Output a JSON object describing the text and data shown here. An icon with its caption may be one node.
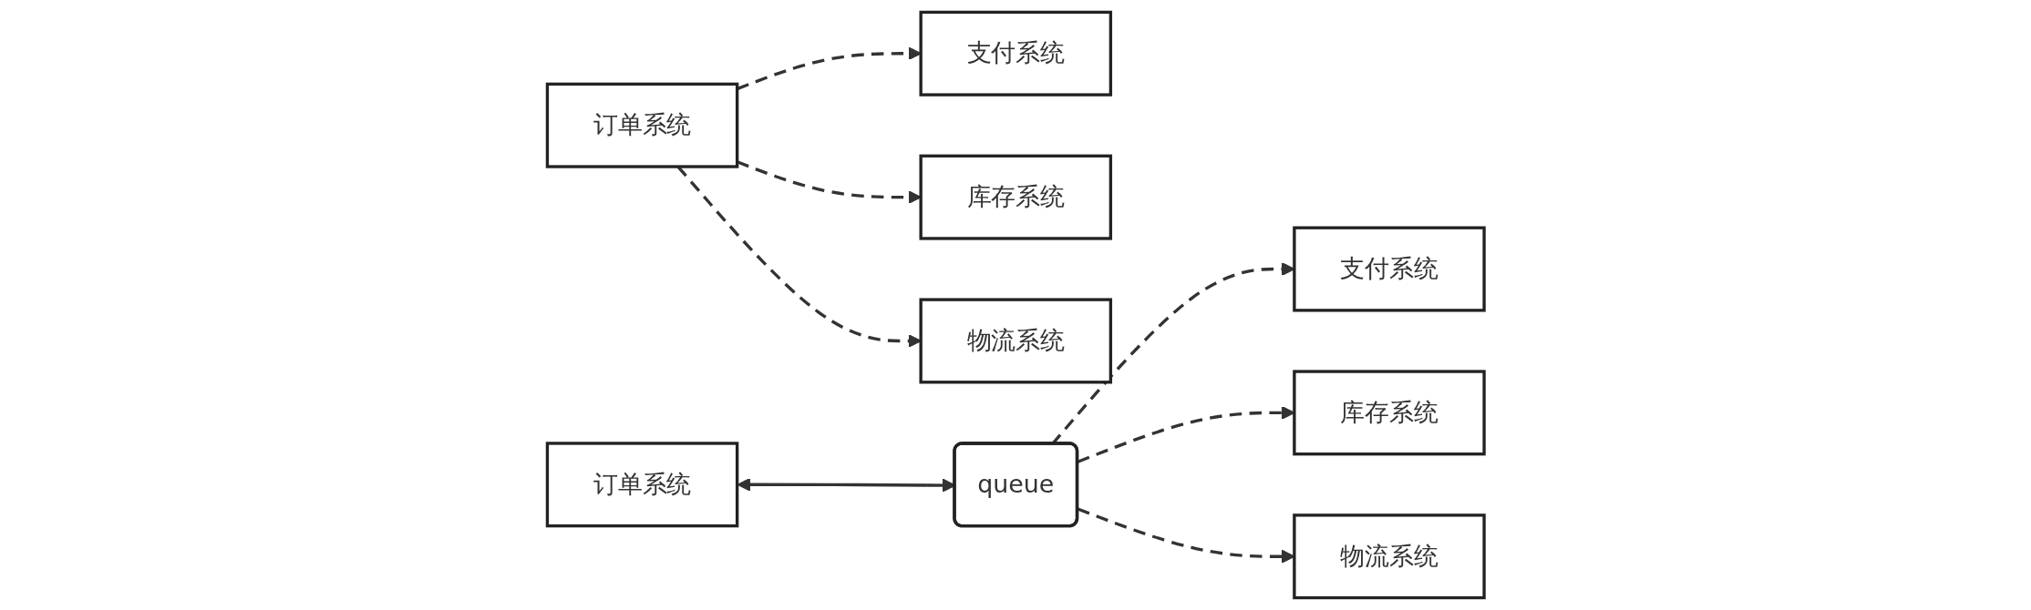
{
  "diagram": {
    "nodes": [
      {
        "text": [
          "订单系统"
        ]
      },
      {
        "text": [
          "支付系统"
        ]
      },
      {
        "text": [
          "库存系统"
        ]
      },
      {
        "text": [
          "物流系统"
        ]
      },
      {
        "text": [
          "订单系统"
        ]
      },
      {
        "text": [
          "queue"
        ]
      },
      {
        "text": [
          "支付系统"
        ]
      },
      {
        "text": [
          "库存系统"
        ]
      },
      {
        "text": [
          "物流系统"
        ]
      }
    ],
    "edges": [
      {
        "from": 0,
        "to": 1,
        "arrow": "to",
        "style": "dashed"
      },
      {
        "from": 0,
        "to": 2,
        "arrow": "to",
        "style": "dashed"
      },
      {
        "from": 0,
        "to": 3,
        "arrow": "to",
        "style": "dashed"
      },
      {
        "from": 4,
        "to": 5,
        "arrow": "both"
      },
      {
        "from": 5,
        "to": 6,
        "arrow": "to",
        "style": "dashed"
      },
      {
        "from": 5,
        "to": 7,
        "arrow": "to",
        "style": "dashed"
      },
      {
        "from": 5,
        "to": 8,
        "arrow": "to",
        "style": "dashed"
      }
    ]
  }
}
